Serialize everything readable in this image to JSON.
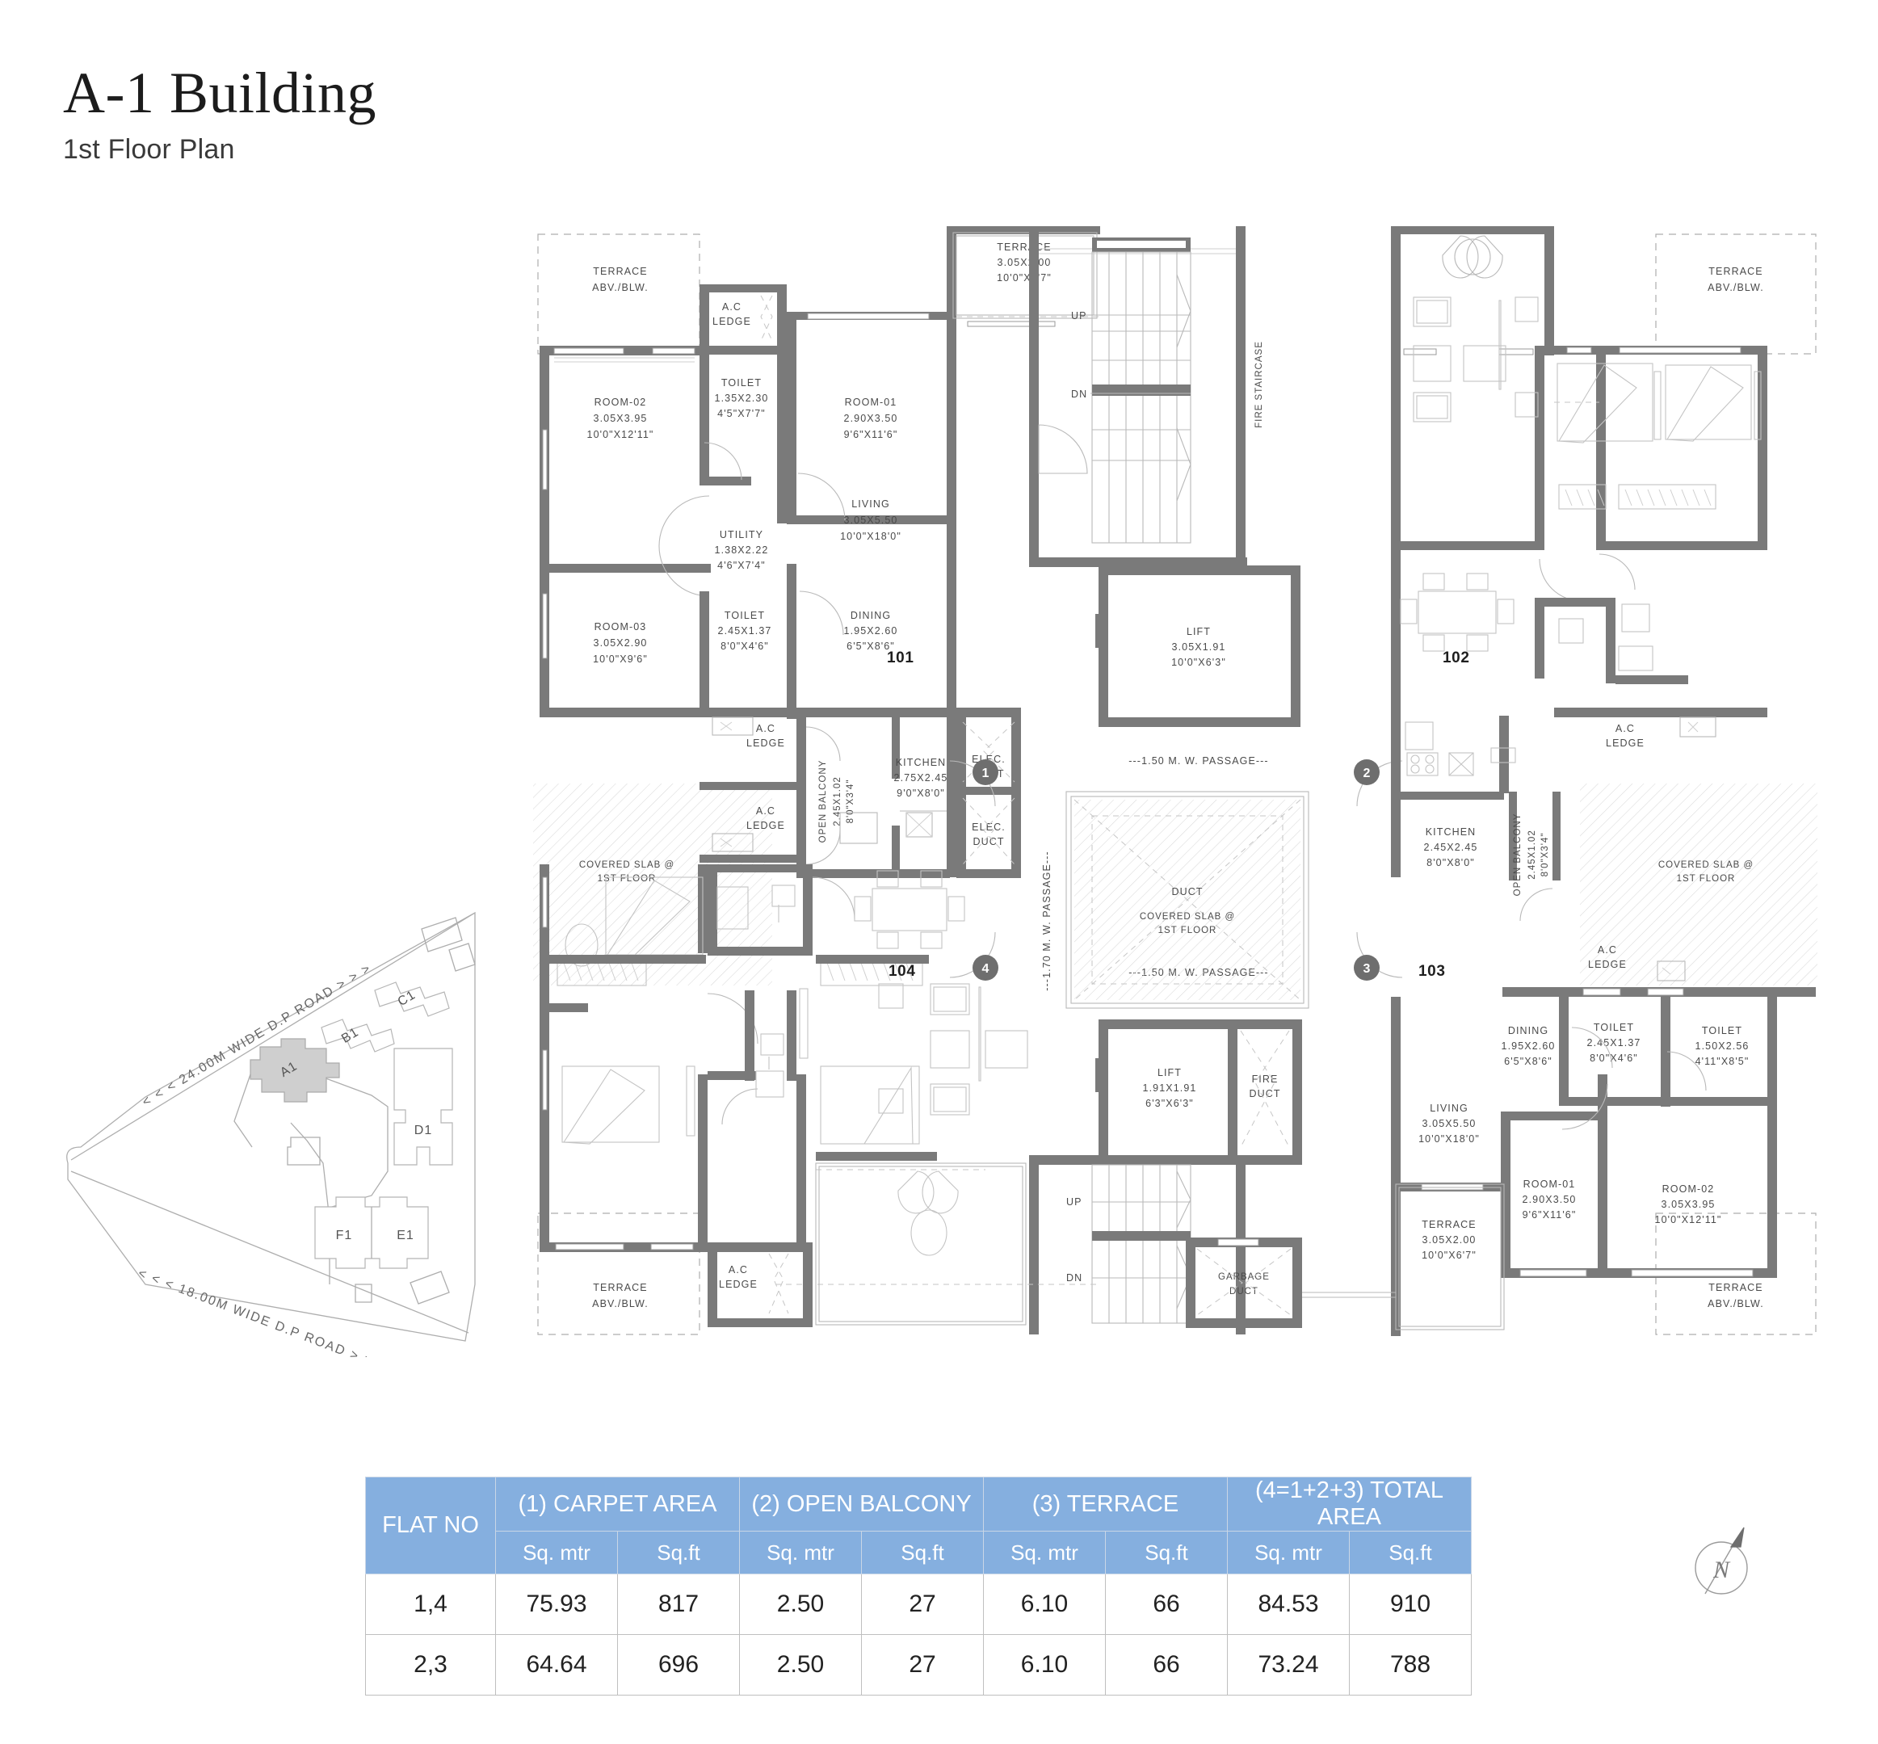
{
  "header": {
    "title": "A-1 Building",
    "subtitle": "1st Floor Plan"
  },
  "floor_plan": {
    "unit_numbers": [
      "101",
      "102",
      "103",
      "104"
    ],
    "door_markers": [
      "1",
      "2",
      "3",
      "4"
    ],
    "passages": {
      "horizontal_top": "---1.50 M. W. PASSAGE---",
      "horizontal_bottom": "---1.50 M. W. PASSAGE---",
      "vertical": "---1.70 M. W. PASSAGE---"
    },
    "core": {
      "fire_staircase": "FIRE STAIRCASE",
      "stair_up": "UP",
      "stair_dn": "DN",
      "lift_top": {
        "name": "LIFT",
        "metric": "3.05X1.91",
        "imperial": "10'0\"X6'3\""
      },
      "lift_bottom": {
        "name": "LIFT",
        "metric": "1.91X1.91",
        "imperial": "6'3\"X6'3\""
      },
      "fire_duct": "FIRE DUCT",
      "garbage_duct": "GARBAGE DUCT",
      "duct": "DUCT",
      "duct_note": "COVERED SLAB @ 1ST FLOOR"
    },
    "common_labels": {
      "terrace_abv_blw": "TERRACE ABV./BLW.",
      "ac_ledge": "A.C LEDGE",
      "elec_duct": "ELEC. DUCT",
      "covered_slab": "COVERED SLAB @ 1ST FLOOR"
    },
    "unit_101": {
      "number": "101",
      "rooms": [
        {
          "name": "ROOM-02",
          "metric": "3.05X3.95",
          "imperial": "10'0\"X12'11\""
        },
        {
          "name": "ROOM-01",
          "metric": "2.90X3.50",
          "imperial": "9'6\"X11'6\""
        },
        {
          "name": "ROOM-03",
          "metric": "3.05X2.90",
          "imperial": "10'0\"X9'6\""
        },
        {
          "name": "TOILET",
          "metric": "1.35X2.30",
          "imperial": "4'5\"X7'7\""
        },
        {
          "name": "TOILET",
          "metric": "2.45X1.37",
          "imperial": "8'0\"X4'6\""
        },
        {
          "name": "UTILITY",
          "metric": "1.38X2.22",
          "imperial": "4'6\"X7'4\""
        },
        {
          "name": "DINING",
          "metric": "1.95X2.60",
          "imperial": "6'5\"X8'6\""
        },
        {
          "name": "LIVING",
          "metric": "3.05X5.50",
          "imperial": "10'0\"X18'0\""
        },
        {
          "name": "TERRACE",
          "metric": "3.05X2.00",
          "imperial": "10'0\"X6'7\""
        },
        {
          "name": "KITCHEN",
          "metric": "2.75X2.45",
          "imperial": "9'0\"X8'0\""
        },
        {
          "name": "OPEN BALCONY",
          "metric": "2.45X1.02",
          "imperial": "8'0\"X3'4\""
        }
      ]
    },
    "unit_103": {
      "number": "103",
      "rooms": [
        {
          "name": "ROOM-01",
          "metric": "2.90X3.50",
          "imperial": "9'6\"X11'6\""
        },
        {
          "name": "ROOM-02",
          "metric": "3.05X3.95",
          "imperial": "10'0\"X12'11\""
        },
        {
          "name": "TOILET",
          "metric": "2.45X1.37",
          "imperial": "8'0\"X4'6\""
        },
        {
          "name": "TOILET",
          "metric": "1.50X2.56",
          "imperial": "4'11\"X8'5\""
        },
        {
          "name": "DINING",
          "metric": "1.95X2.60",
          "imperial": "6'5\"X8'6\""
        },
        {
          "name": "LIVING",
          "metric": "3.05X5.50",
          "imperial": "10'0\"X18'0\""
        },
        {
          "name": "TERRACE",
          "metric": "3.05X2.00",
          "imperial": "10'0\"X6'7\""
        },
        {
          "name": "KITCHEN",
          "metric": "2.45X2.45",
          "imperial": "8'0\"X8'0\""
        },
        {
          "name": "OPEN BALCONY",
          "metric": "2.45X1.02",
          "imperial": "8'0\"X3'4\""
        }
      ]
    }
  },
  "key_plan": {
    "buildings": [
      "A1",
      "B1",
      "C1",
      "D1",
      "E1",
      "F1"
    ],
    "highlighted_building": "A1",
    "roads": [
      "< < < 24.00M WIDE D.P ROAD > > >",
      "< < < 18.00M WIDE D.P ROAD > > >"
    ]
  },
  "compass": {
    "label": "N"
  },
  "area_table": {
    "group_headers": [
      "FLAT NO",
      "(1) CARPET AREA",
      "(2) OPEN BALCONY",
      "(3) TERRACE",
      "(4=1+2+3) TOTAL AREA"
    ],
    "sub_headers": [
      "Sq. mtr",
      "Sq.ft",
      "Sq. mtr",
      "Sq.ft",
      "Sq. mtr",
      "Sq.ft",
      "Sq. mtr",
      "Sq.ft"
    ],
    "rows": [
      {
        "flat_no": "1,4",
        "carpet_sqm": "75.93",
        "carpet_sqft": "817",
        "balcony_sqm": "2.50",
        "balcony_sqft": "27",
        "terrace_sqm": "6.10",
        "terrace_sqft": "66",
        "total_sqm": "84.53",
        "total_sqft": "910"
      },
      {
        "flat_no": "2,3",
        "carpet_sqm": "64.64",
        "carpet_sqft": "696",
        "balcony_sqm": "2.50",
        "balcony_sqft": "27",
        "terrace_sqm": "6.10",
        "terrace_sqft": "66",
        "total_sqm": "73.24",
        "total_sqft": "788"
      }
    ]
  },
  "colors": {
    "table_header": "#85afdf",
    "wall": "#7a7a7a",
    "thin_line": "#b9b9b9",
    "text": "#3d3d3d"
  }
}
